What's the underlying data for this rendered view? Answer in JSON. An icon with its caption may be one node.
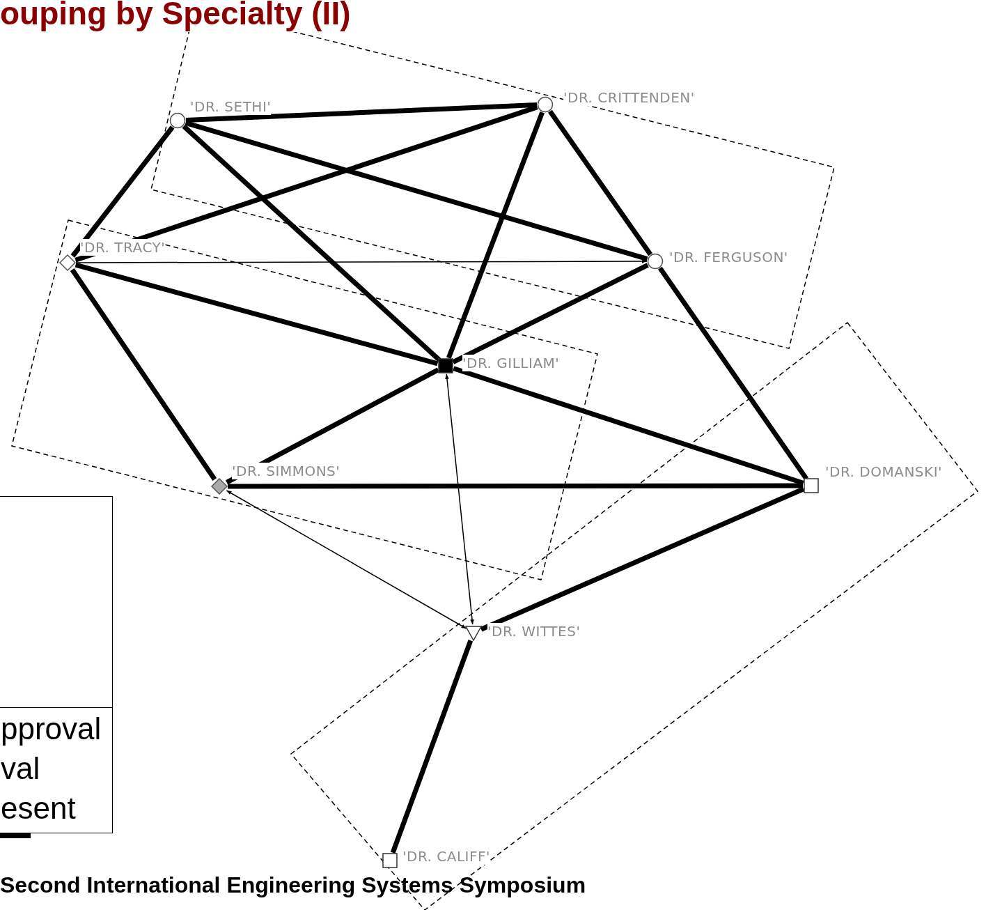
{
  "diagram": {
    "title": "ouping by Specialty (II)",
    "nodes": [
      {
        "text": [],
        "shape": "box"
      },
      {
        "text": [],
        "shape": "circle",
        "beside": [
          "'DR. SETHI'"
        ],
        "in": 0
      },
      {
        "text": [],
        "shape": "circle",
        "beside": [
          "'DR. CRITTENDEN'"
        ],
        "in": 0
      },
      {
        "text": [],
        "shape": "circle",
        "beside": [
          "'DR. FERGUSON'"
        ],
        "in": 0
      },
      {
        "text": [],
        "shape": "box"
      },
      {
        "text": [],
        "shape": "diamond",
        "beside": [
          "'DR. TRACY'"
        ],
        "in": 4
      },
      {
        "text": [],
        "shape": "box",
        "beside": [
          "'DR. GILLIAM'"
        ],
        "in": 4
      },
      {
        "text": [],
        "shape": "diamond",
        "beside": [
          "'DR. SIMMONS'"
        ],
        "in": 4
      },
      {
        "text": [],
        "shape": "box"
      },
      {
        "text": [],
        "shape": "box",
        "beside": [
          "'DR. DOMANSKI'"
        ],
        "in": 8
      },
      {
        "text": [],
        "shape": "triangle",
        "beside": [
          "'DR. WITTES'"
        ],
        "in": 8
      },
      {
        "text": [],
        "shape": "box",
        "beside": [
          "'DR. CALIFF'"
        ],
        "in": 8
      }
    ],
    "edges": [
      {
        "from": 1,
        "to": 2,
        "arrow": "none"
      },
      {
        "from": 1,
        "to": 3,
        "arrow": "none"
      },
      {
        "from": 1,
        "to": 5,
        "arrow": "none"
      },
      {
        "from": 1,
        "to": 6,
        "arrow": "none"
      },
      {
        "from": 2,
        "to": 5,
        "arrow": "none"
      },
      {
        "from": 2,
        "to": 6,
        "arrow": "none"
      },
      {
        "from": 2,
        "to": 3,
        "arrow": "none"
      },
      {
        "from": 3,
        "to": 9,
        "arrow": "none"
      },
      {
        "from": 5,
        "to": 3,
        "arrow": "to"
      },
      {
        "from": 5,
        "to": 6,
        "arrow": "none"
      },
      {
        "from": 5,
        "to": 7,
        "arrow": "none"
      },
      {
        "from": 3,
        "to": 6,
        "arrow": "none"
      },
      {
        "from": 6,
        "to": 7,
        "arrow": "none"
      },
      {
        "from": 6,
        "to": 9,
        "arrow": "none"
      },
      {
        "from": 6,
        "to": 10,
        "arrow": "both"
      },
      {
        "from": 7,
        "to": 9,
        "arrow": "none"
      },
      {
        "from": 7,
        "to": 10,
        "arrow": "both"
      },
      {
        "from": 9,
        "to": 10,
        "arrow": "none"
      },
      {
        "from": 10,
        "to": 11,
        "arrow": "none"
      }
    ],
    "labels": [
      "pproval",
      "val",
      "esent",
      "Second International Engineering Systems Symposium"
    ]
  }
}
